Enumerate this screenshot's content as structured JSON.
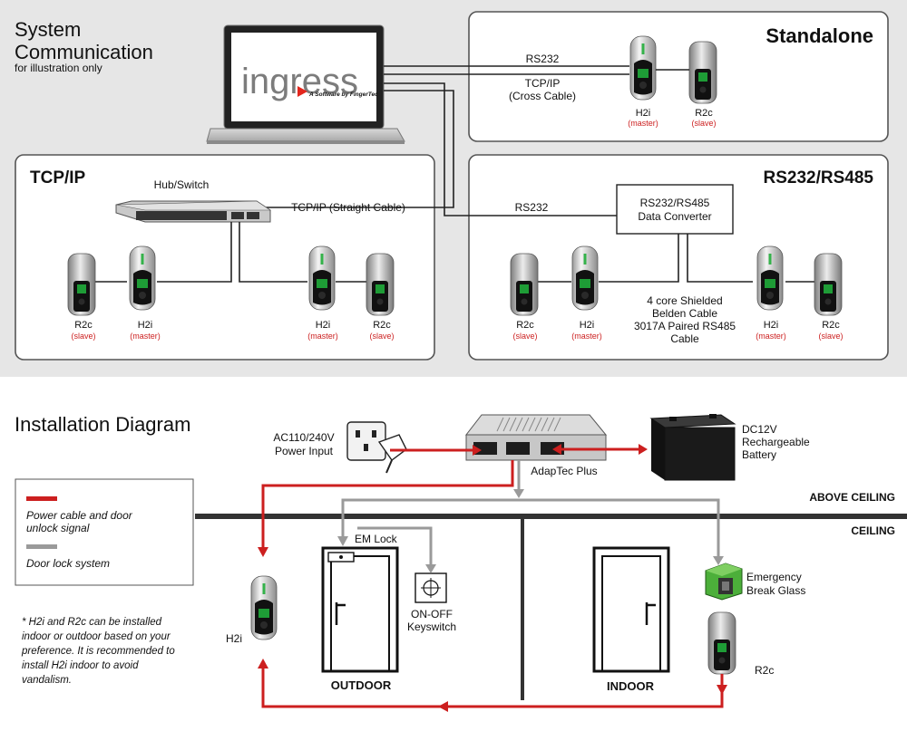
{
  "system": {
    "title_line1": "System",
    "title_line2": "Communication",
    "subtitle": "for illustration only",
    "logo_text": "ingress",
    "logo_sub": "A Software by FingerTec"
  },
  "standalone": {
    "title": "Standalone",
    "rs232": "RS232",
    "tcpip": "TCP/IP",
    "cross": "(Cross Cable)",
    "d1_name": "H2i",
    "d1_role": "(master)",
    "d2_name": "R2c",
    "d2_role": "(slave)"
  },
  "tcpip_box": {
    "title": "TCP/IP",
    "hub": "Hub/Switch",
    "straight": "TCP/IP (Straight Cable)",
    "d1_name": "R2c",
    "d1_role": "(slave)",
    "d2_name": "H2i",
    "d2_role": "(master)",
    "d3_name": "H2i",
    "d3_role": "(master)",
    "d4_name": "R2c",
    "d4_role": "(slave)"
  },
  "rs485_box": {
    "title": "RS232/RS485",
    "rs232": "RS232",
    "conv1": "RS232/RS485",
    "conv2": "Data  Converter",
    "cable1": "4 core Shielded",
    "cable2": "Belden Cable",
    "cable3": "3017A Paired RS485",
    "cable4": "Cable",
    "d1_name": "R2c",
    "d1_role": "(slave)",
    "d2_name": "H2i",
    "d2_role": "(master)",
    "d3_name": "H2i",
    "d3_role": "(master)",
    "d4_name": "R2c",
    "d4_role": "(slave)"
  },
  "install": {
    "title": "Installation Diagram",
    "ac1": "AC110/240V",
    "ac2": "Power Input",
    "adaptec": "AdapTec Plus",
    "dc1": "DC12V",
    "dc2": "Rechargeable",
    "dc3": "Battery",
    "above": "ABOVE CEILING",
    "ceiling": "CEILING",
    "legend_red1": "Power cable and door",
    "legend_red2": "unlock signal",
    "legend_gray": "Door lock system",
    "note1": "* H2i and R2c can be installed",
    "note2": "indoor or outdoor based on your",
    "note3": "preference. It is recommended to",
    "note4": "install H2i indoor to avoid",
    "note5": "vandalism.",
    "h2i": "H2i",
    "emlock": "EM Lock",
    "onoff1": "ON-OFF",
    "onoff2": "Keyswitch",
    "outdoor": "OUTDOOR",
    "indoor": "INDOOR",
    "em1": "Emergency",
    "em2": "Break Glass",
    "r2c": "R2c"
  },
  "colors": {
    "red": "#cc1f1f",
    "gray": "#9a9a9a",
    "bg_top": "#e6e6e6",
    "box_border": "#555555"
  }
}
